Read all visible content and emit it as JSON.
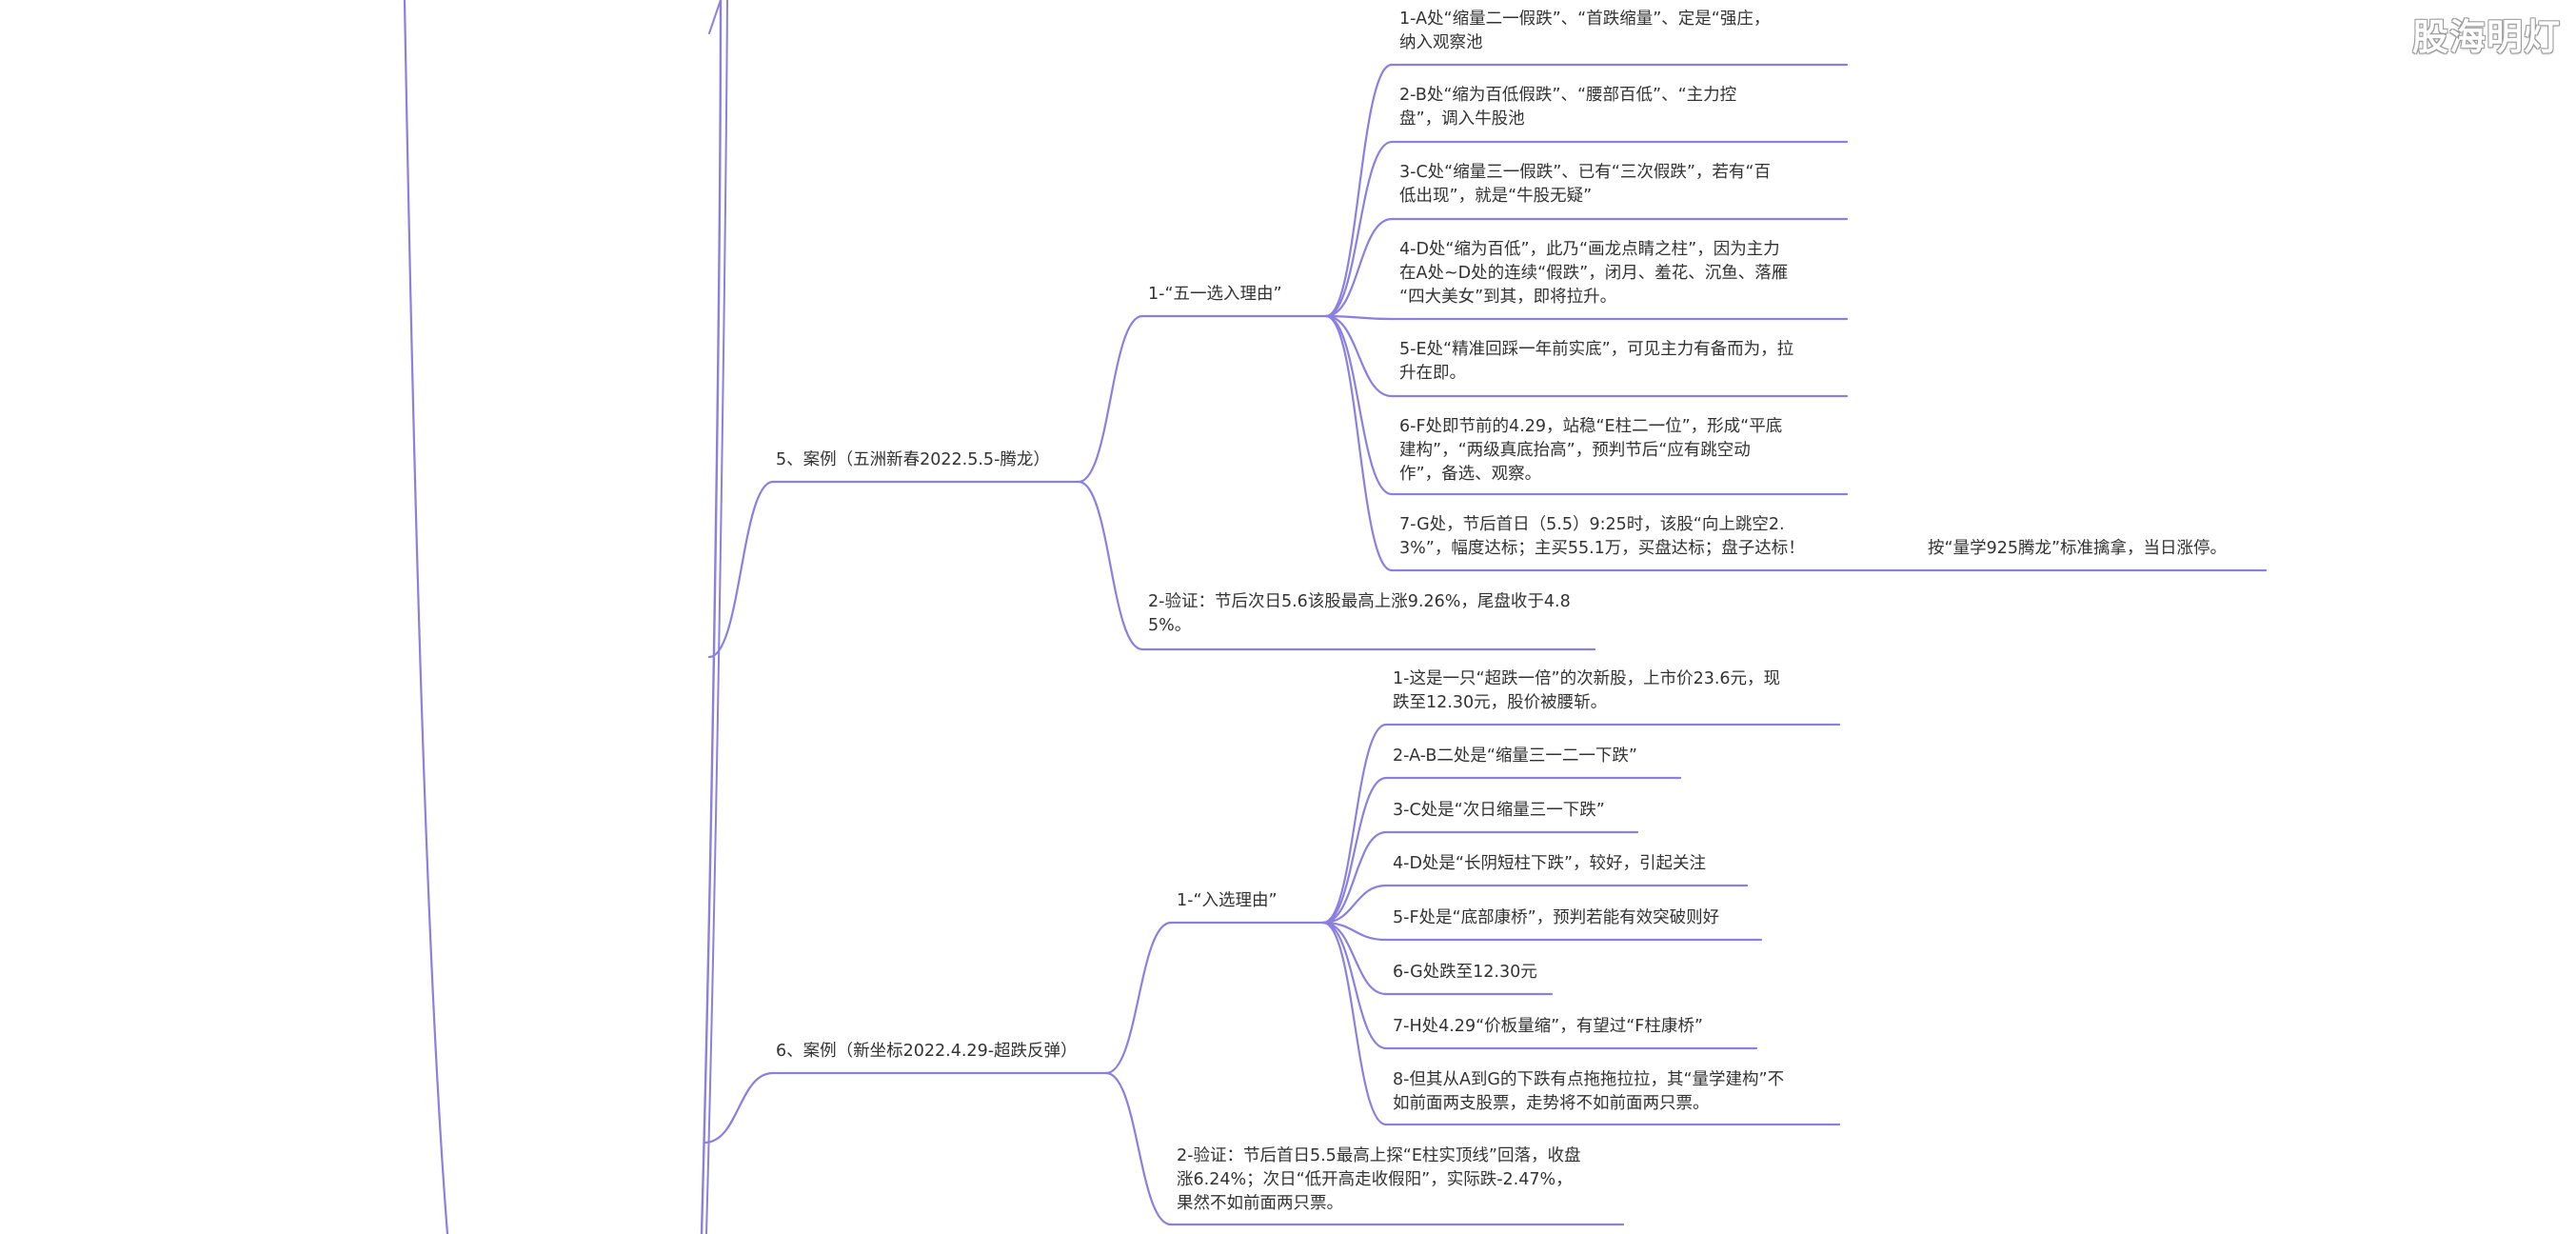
{
  "watermark": "股海明灯",
  "line_color": "#8b7fe0",
  "nodes": {
    "case5": {
      "title": "5、案例（五洲新春2022.5.5-腾龙）"
    },
    "case5_reasons": {
      "title": "1-“五一选入理由”"
    },
    "case5_r1": {
      "lines": [
        "1-A处“缩量二一假跌”、“首跌缩量”、定是“强庄，",
        "纳入观察池"
      ]
    },
    "case5_r2": {
      "lines": [
        "2-B处“缩为百低假跌”、“腰部百低”、“主力控",
        "盘”，调入牛股池"
      ]
    },
    "case5_r3": {
      "lines": [
        "3-C处“缩量三一假跌”、已有“三次假跌”，若有“百",
        "低出现”，就是“牛股无疑”"
      ]
    },
    "case5_r4": {
      "lines": [
        "4-D处“缩为百低”，此乃“画龙点睛之柱”，因为主力",
        "在A处~D处的连续“假跌”，闭月、羞花、沉鱼、落雁",
        "“四大美女”到其，即将拉升。"
      ]
    },
    "case5_r5": {
      "lines": [
        "5-E处“精准回踩一年前实底”，可见主力有备而为，拉",
        "升在即。"
      ]
    },
    "case5_r6": {
      "lines": [
        "6-F处即节前的4.29，站稳“E柱二一位”，形成“平底",
        "建构”，“两级真底抬高”，预判节后“应有跳空动",
        "作”，备选、观察。"
      ]
    },
    "case5_r7": {
      "lines": [
        "7-G处，节后首日（5.5）9:25时，该股“向上跳空2.",
        "3%”，幅度达标；主买55.1万，买盘达标；盘子达标！"
      ]
    },
    "case5_r7_child": {
      "title": "按“量学925腾龙”标准擒拿，当日涨停。"
    },
    "case5_verify": {
      "lines": [
        "2-验证：节后次日5.6该股最高上涨9.26%，尾盘收于4.8",
        "5%。"
      ]
    },
    "case6": {
      "title": "6、案例（新坐标2022.4.29-超跌反弹）"
    },
    "case6_reasons": {
      "title": "1-“入选理由”"
    },
    "case6_r1": {
      "lines": [
        "1-这是一只“超跌一倍”的次新股，上市价23.6元，现",
        "跌至12.30元，股价被腰斩。"
      ]
    },
    "case6_r2": {
      "title": "2-A-B二处是“缩量三一二一下跌”"
    },
    "case6_r3": {
      "title": "3-C处是“次日缩量三一下跌”"
    },
    "case6_r4": {
      "title": "4-D处是“长阴短柱下跌”，较好，引起关注"
    },
    "case6_r5": {
      "title": "5-F处是“底部康桥”，预判若能有效突破则好"
    },
    "case6_r6": {
      "title": "6-G处跌至12.30元"
    },
    "case6_r7": {
      "title": "7-H处4.29“价板量缩”，有望过“F柱康桥”"
    },
    "case6_r8": {
      "lines": [
        "8-但其从A到G的下跌有点拖拖拉拉，其“量学建构”不",
        "如前面两支股票，走势将不如前面两只票。"
      ]
    },
    "case6_verify": {
      "lines": [
        "2-验证：节后首日5.5最高上探“E柱实顶线”回落，收盘",
        "涨6.24%；次日“低开高走收假阳”，实际跌-2.47%，",
        "果然不如前面两只票。"
      ]
    }
  }
}
